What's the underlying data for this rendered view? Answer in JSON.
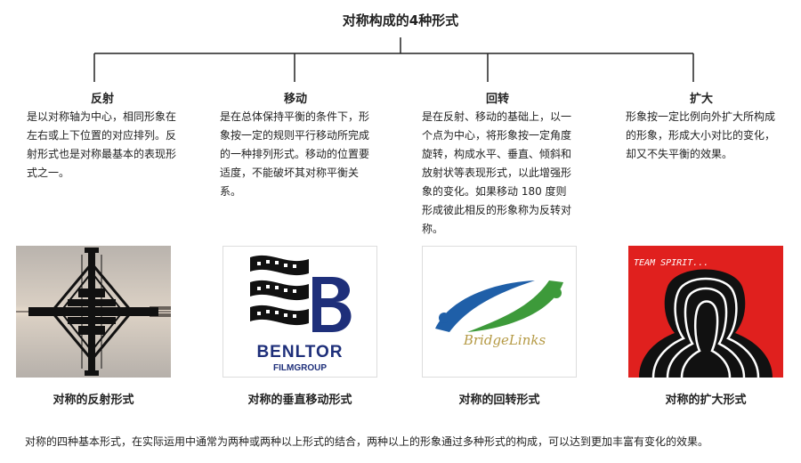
{
  "title": "对称构成的4种形式",
  "forms": [
    {
      "heading": "反射",
      "text": "是以对称轴为中心，相同形象在左右或上下位置的对应排列。反射形式也是对称最基本的表现形式之一。",
      "caption": "对称的反射形式"
    },
    {
      "heading": "移动",
      "text": "是在总体保持平衡的条件下，形象按一定的规则平行移动所完成的一种排列形式。移动的位置要适度，不能破坏其对称平衡关系。",
      "caption": "对称的垂直移动形式"
    },
    {
      "heading": "回转",
      "text": "是在反射、移动的基础上，以一个点为中心，将形象按一定角度旋转，构成水平、垂直、倾斜和放射状等表现形式，以此增强形象的变化。如果移动 180 度则形成彼此相反的形象称为反转对称。",
      "caption": "对称的回转形式"
    },
    {
      "heading": "扩大",
      "text": "形象按一定比例向外扩大所构成的形象，形成大小对比的变化，却又不失平衡的效果。",
      "caption": "对称的扩大形式"
    }
  ],
  "logos": {
    "benltor_name": "BENLTOR",
    "benltor_sub": "FILMGROUP",
    "bridgelinks": "BridgeLinks",
    "team_spirit": "TEAM SPIRIT..."
  },
  "footer": "对称的四种基本形式，在实际运用中通常为两种或两种以上形式的结合，两种以上的形象通过多种形式的构成，可以达到更加丰富有变化的效果。",
  "colors": {
    "benltor_blue": "#1e2f7a",
    "bridge_blue": "#1f5fa8",
    "bridge_green": "#3d9a3a",
    "poster_red": "#e0201e"
  }
}
